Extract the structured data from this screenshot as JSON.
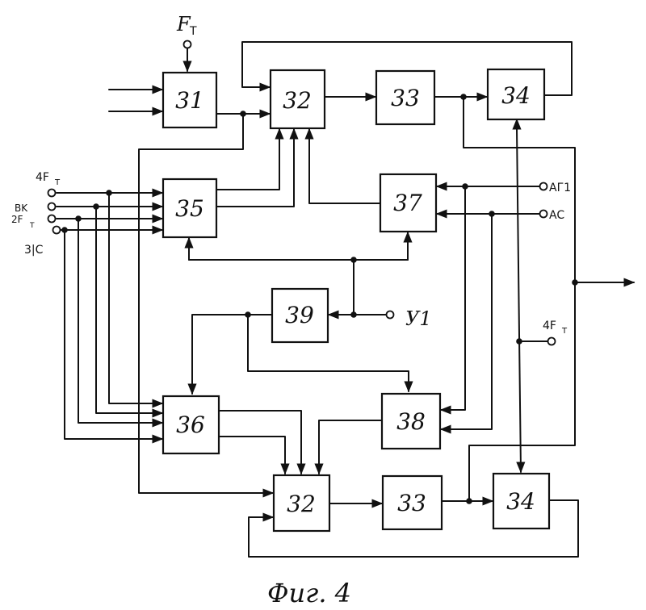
{
  "blocks": {
    "b31": "31",
    "b32_top": "32",
    "b33_top": "33",
    "b34_top": "34",
    "b35": "35",
    "b37": "37",
    "b39": "39",
    "b36": "36",
    "b38": "38",
    "b32_bottom": "32",
    "b33_bottom": "33",
    "b34_bottom": "34"
  },
  "inputs": {
    "ft_main": "F",
    "ft_main_sub": "T",
    "f4_left": "4F",
    "f4_left_sub": "T",
    "vk": "BK",
    "f2_left": "2F",
    "f2_left_sub": "T",
    "zs": "3|C",
    "ag1": "AГ1",
    "ac": "AC",
    "u1": "У1",
    "f4_right": "4F",
    "f4_right_sub": "T"
  },
  "caption": "Фиг. 4"
}
